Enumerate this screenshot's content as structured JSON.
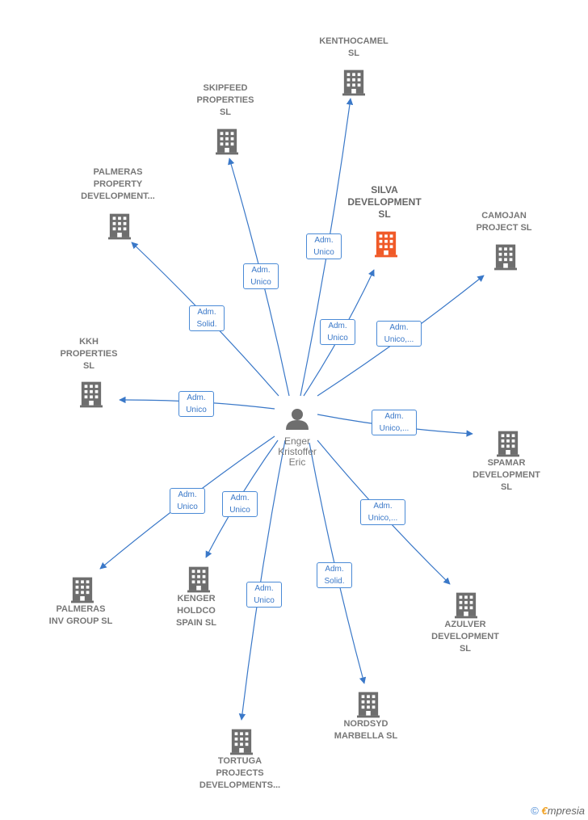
{
  "center": {
    "label": "Enger\nKristoffer\nEric"
  },
  "colors": {
    "edge": "#3a78c8",
    "building": "#6e6e6e",
    "main_building": "#f05a28"
  },
  "nodes": [
    {
      "id": "kenthocamel",
      "label": "KENTHOCAMEL\nSL",
      "main": false,
      "edge_label": "Adm.\nUnico"
    },
    {
      "id": "skipfeed",
      "label": "SKIPFEED\nPROPERTIES\nSL",
      "main": false,
      "edge_label": "Adm.\nUnico"
    },
    {
      "id": "silva",
      "label": "SILVA\nDEVELOPMENT\nSL",
      "main": true,
      "edge_label": "Adm.\nUnico"
    },
    {
      "id": "palmeras-property",
      "label": "PALMERAS\nPROPERTY\nDEVELOPMENT...",
      "main": false,
      "edge_label": "Adm.\nSolid."
    },
    {
      "id": "camojan",
      "label": "CAMOJAN\nPROJECT  SL",
      "main": false,
      "edge_label": "Adm.\nUnico,..."
    },
    {
      "id": "kkh",
      "label": "KKH\nPROPERTIES\nSL",
      "main": false,
      "edge_label": "Adm.\nUnico"
    },
    {
      "id": "spamar",
      "label": "SPAMAR\nDEVELOPMENT\nSL",
      "main": false,
      "edge_label": "Adm.\nUnico,..."
    },
    {
      "id": "palmeras-inv",
      "label": "PALMERAS\nINV GROUP  SL",
      "main": false,
      "edge_label": "Adm.\nUnico"
    },
    {
      "id": "kenger",
      "label": "KENGER\nHOLDCO\nSPAIN  SL",
      "main": false,
      "edge_label": "Adm.\nUnico"
    },
    {
      "id": "azulver",
      "label": "AZULVER\nDEVELOPMENT\nSL",
      "main": false,
      "edge_label": "Adm.\nUnico,..."
    },
    {
      "id": "tortuga",
      "label": "TORTUGA\nPROJECTS\nDEVELOPMENTS...",
      "main": false,
      "edge_label": "Adm.\nUnico"
    },
    {
      "id": "nordsyd",
      "label": "NORDSYD\nMARBELLA  SL",
      "main": false,
      "edge_label": "Adm.\nSolid."
    }
  ],
  "footer": {
    "copyright": "©",
    "brand_first": "€",
    "brand_rest": "mpresia"
  }
}
